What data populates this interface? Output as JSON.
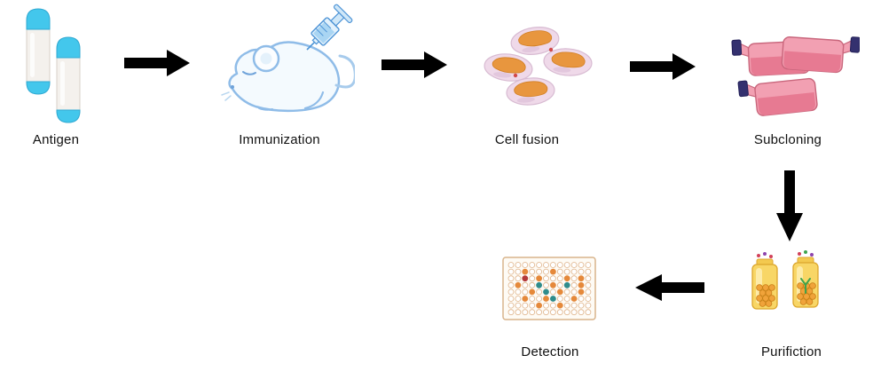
{
  "diagram": {
    "steps": [
      {
        "id": "antigen",
        "label": "Antigen",
        "icon": "antigen-vials-icon"
      },
      {
        "id": "immunization",
        "label": "Immunization",
        "icon": "mouse-syringe-icon"
      },
      {
        "id": "cell_fusion",
        "label": "Cell fusion",
        "icon": "fused-cells-icon"
      },
      {
        "id": "subcloning",
        "label": "Subcloning",
        "icon": "culture-flasks-icon"
      },
      {
        "id": "purifiction",
        "label": "Purifiction",
        "icon": "purification-columns-icon"
      },
      {
        "id": "detection",
        "label": "Detection",
        "icon": "microplate-icon"
      }
    ],
    "arrows": [
      {
        "from": "antigen",
        "to": "immunization",
        "direction": "right"
      },
      {
        "from": "immunization",
        "to": "cell_fusion",
        "direction": "right"
      },
      {
        "from": "cell_fusion",
        "to": "subcloning",
        "direction": "right"
      },
      {
        "from": "subcloning",
        "to": "purifiction",
        "direction": "down"
      },
      {
        "from": "purifiction",
        "to": "detection",
        "direction": "left"
      }
    ],
    "colors": {
      "arrow": "#000000",
      "label_text": "#111111",
      "vial_cap": "#43C7EC",
      "mouse_outline": "#8FBCE8",
      "cell_membrane": "#EFD9E9",
      "cell_nucleus": "#E8963E",
      "flask_body": "#F2A0B2",
      "flask_cap": "#34316F",
      "column_body": "#F8D666",
      "bead": "#F0A33A",
      "plate_border": "#D8B48C",
      "well_positive": "#E5893B",
      "well_control": "#2F8C8C"
    },
    "plate": {
      "rows": 8,
      "cols": 12,
      "filled": [
        {
          "r": 1,
          "c": 2,
          "color": "#E5893B"
        },
        {
          "r": 1,
          "c": 6,
          "color": "#E5893B"
        },
        {
          "r": 2,
          "c": 4,
          "color": "#E5893B"
        },
        {
          "r": 2,
          "c": 8,
          "color": "#E5893B"
        },
        {
          "r": 2,
          "c": 10,
          "color": "#E5893B"
        },
        {
          "r": 3,
          "c": 1,
          "color": "#E5893B"
        },
        {
          "r": 3,
          "c": 6,
          "color": "#E5893B"
        },
        {
          "r": 3,
          "c": 10,
          "color": "#E5893B"
        },
        {
          "r": 4,
          "c": 3,
          "color": "#E5893B"
        },
        {
          "r": 4,
          "c": 7,
          "color": "#E5893B"
        },
        {
          "r": 4,
          "c": 10,
          "color": "#E5893B"
        },
        {
          "r": 5,
          "c": 2,
          "color": "#E5893B"
        },
        {
          "r": 5,
          "c": 5,
          "color": "#E5893B"
        },
        {
          "r": 5,
          "c": 9,
          "color": "#E5893B"
        },
        {
          "r": 6,
          "c": 4,
          "color": "#E5893B"
        },
        {
          "r": 6,
          "c": 7,
          "color": "#E5893B"
        },
        {
          "r": 3,
          "c": 4,
          "color": "#2F8C8C"
        },
        {
          "r": 4,
          "c": 5,
          "color": "#2F8C8C"
        },
        {
          "r": 5,
          "c": 6,
          "color": "#2F8C8C"
        },
        {
          "r": 3,
          "c": 8,
          "color": "#2F8C8C"
        },
        {
          "r": 2,
          "c": 2,
          "color": "#B33939"
        }
      ]
    }
  }
}
